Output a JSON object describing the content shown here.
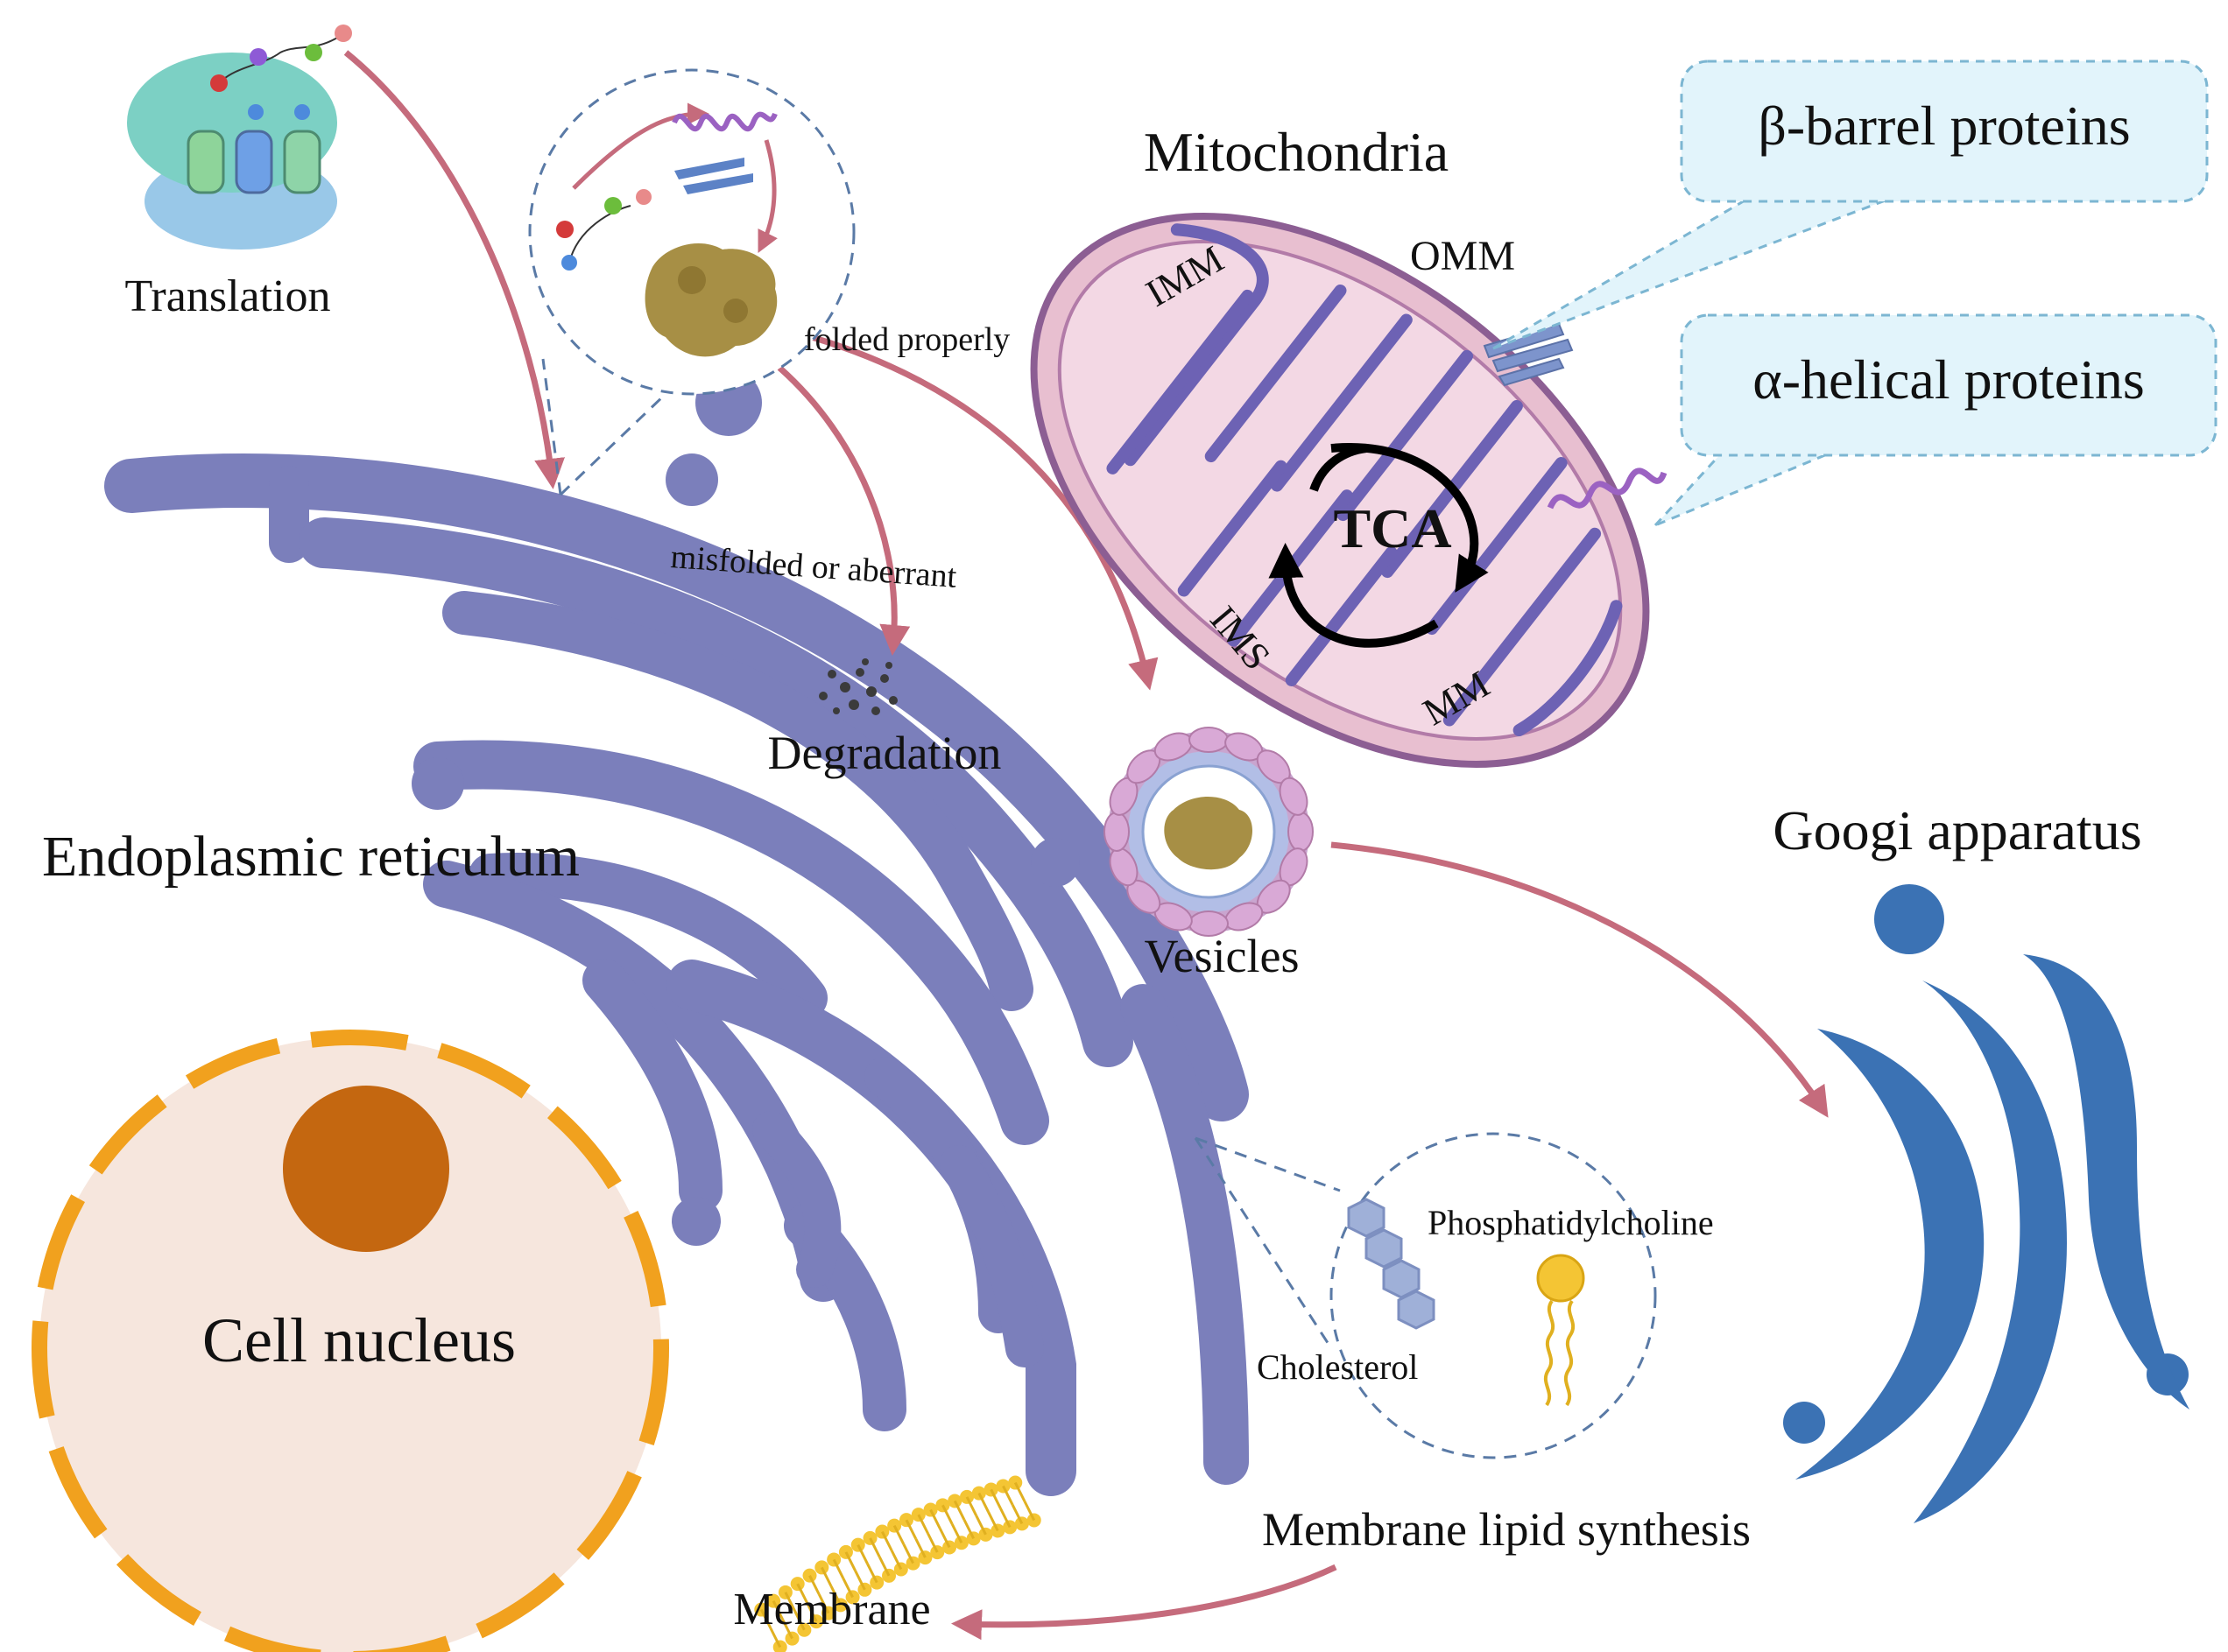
{
  "labels": {
    "translation": "Translation",
    "folded_properly": "folded properly",
    "misfolded": "misfolded or aberrant",
    "degradation": "Degradation",
    "mitochondria": "Mitochondria",
    "omm": "OMM",
    "imm": "IMM",
    "ims": "IMS",
    "mm": "MM",
    "tca": "TCA",
    "beta_barrel": "β-barrel proteins",
    "alpha_helical": "α-helical proteins",
    "endoplasmic_reticulum": "Endoplasmic reticulum",
    "vesicles": "Vesicles",
    "golgi": "Googi apparatus",
    "cell_nucleus": "Cell nucleus",
    "phosphatidylcholine": "Phosphatidylcholine",
    "cholesterol": "Cholesterol",
    "membrane_lipid_synthesis": "Membrane lipid synthesis",
    "membrane": "Membrane"
  },
  "colors": {
    "er": "#7b7fbb",
    "golgi": "#3b72b4",
    "arrow": "#c56b7c",
    "nucleus_ring": "#f1a11e",
    "nucleus_fill": "#f6e6dd",
    "nucleolus": "#c46710",
    "mito_outer": "#8c5e93",
    "mito_fill": "#e8bfd0",
    "mito_crista": "#6d62b4",
    "callout_fill": "#e2f4fb",
    "callout_border": "#7cb6d2",
    "dash": "#5a7aa6",
    "protein": "#a78f45",
    "lipid": "#f4c534",
    "cholesterol": "#9fb0d8"
  }
}
